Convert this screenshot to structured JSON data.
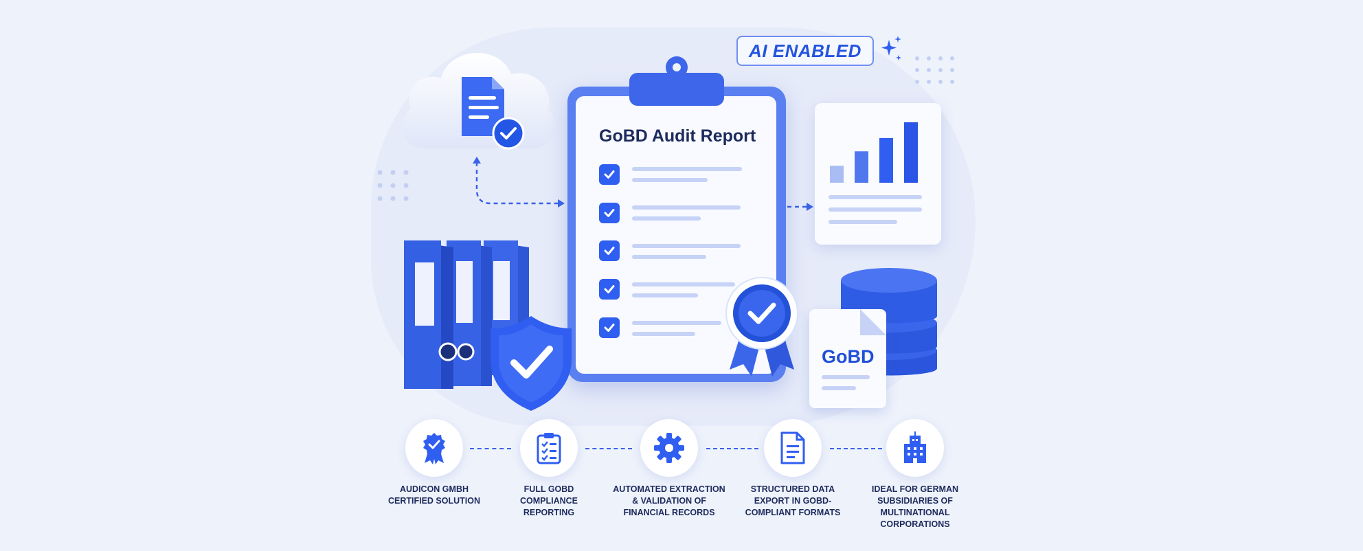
{
  "badge": {
    "label": "AI ENABLED"
  },
  "report": {
    "title": "GoBD Audit Report",
    "checklist_count": 5
  },
  "db_card": {
    "label": "GoBD"
  },
  "chart_card": {
    "bar_levels": [
      0.28,
      0.52,
      0.74,
      1.0
    ]
  },
  "features": [
    {
      "label": "AUDICON GMBH\nCERTIFIED SOLUTION",
      "icon": "award-ribbon-icon"
    },
    {
      "label": "FULL GOBD\nCOMPLIANCE\nREPORTING",
      "icon": "clipboard-checklist-icon"
    },
    {
      "label": "AUTOMATED EXTRACTION\n& VALIDATION OF\nFINANCIAL RECORDS",
      "icon": "gear-icon"
    },
    {
      "label": "STRUCTURED DATA\nEXPORT IN GOBD-\nCOMPLIANT FORMATS",
      "icon": "document-icon"
    },
    {
      "label": "IDEAL FOR GERMAN\nSUBSIDIARIES OF\nMULTINATIONAL\nCORPORATIONS",
      "icon": "building-icon"
    }
  ],
  "colors": {
    "accent": "#2f5ff0",
    "accent_dark": "#1f4fd6",
    "text_dark": "#1d2a5c",
    "background": "#eef2fb"
  }
}
